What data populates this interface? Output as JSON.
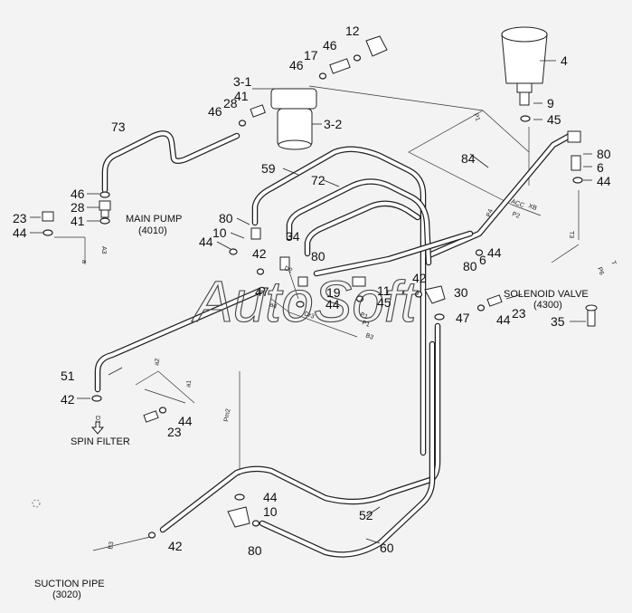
{
  "watermark": "AutoSoft",
  "labels": {
    "main_pump": "MAIN PUMP",
    "main_pump_code": "(4010)",
    "solenoid_valve": "SOLENOID VALVE",
    "solenoid_valve_code": "(4300)",
    "spin_filter": "SPIN FILTER",
    "suction_pipe": "SUCTION PIPE",
    "suction_pipe_code": "(3020)"
  },
  "part_numbers": {
    "p12": "12",
    "p4": "4",
    "p46a": "46",
    "p17": "17",
    "p46b": "46",
    "p9": "9",
    "p45a": "45",
    "p31": "3-1",
    "p41a": "41",
    "p28a": "28",
    "p46c": "46",
    "p32": "3-2",
    "p73": "73",
    "p80a": "80",
    "p6a": "6",
    "p44a": "44",
    "p84": "84",
    "p46d": "46",
    "p28b": "28",
    "p41b": "41",
    "p23a": "23",
    "p44b": "44",
    "p59": "59",
    "p72": "72",
    "p80b": "80",
    "p10a": "10",
    "p44c": "44",
    "p34": "34",
    "p42a": "42",
    "p80c": "80",
    "p6b": "6",
    "p44d": "44",
    "p47a": "47",
    "p19": "19",
    "p11": "11",
    "p45b": "45",
    "p44e": "44",
    "p42b": "42",
    "p30": "30",
    "p23b": "23",
    "p44f": "44",
    "p47b": "47",
    "p35": "35",
    "p51": "51",
    "p42c": "42",
    "p44g": "44",
    "p23c": "23",
    "p44h": "44",
    "p10b": "10",
    "p52": "52",
    "p42d": "42",
    "p80d": "80",
    "p60": "60"
  },
  "port_tags": {
    "p1": "P1",
    "a3": "A3",
    "a": "a",
    "acc": "ACC",
    "xb": "XB",
    "p2": "P2",
    "p4": "P4",
    "t3": "T3",
    "p6": "P6",
    "t": "T",
    "p1b": "P1",
    "a4": "a4",
    "d2": "D2",
    "dr3": "Dr3",
    "p1c": "P1",
    "b3": "B3",
    "a2": "a2",
    "a1": "a1",
    "pm2": "Pm2",
    "d1": "D1",
    "b3b": "B3"
  }
}
